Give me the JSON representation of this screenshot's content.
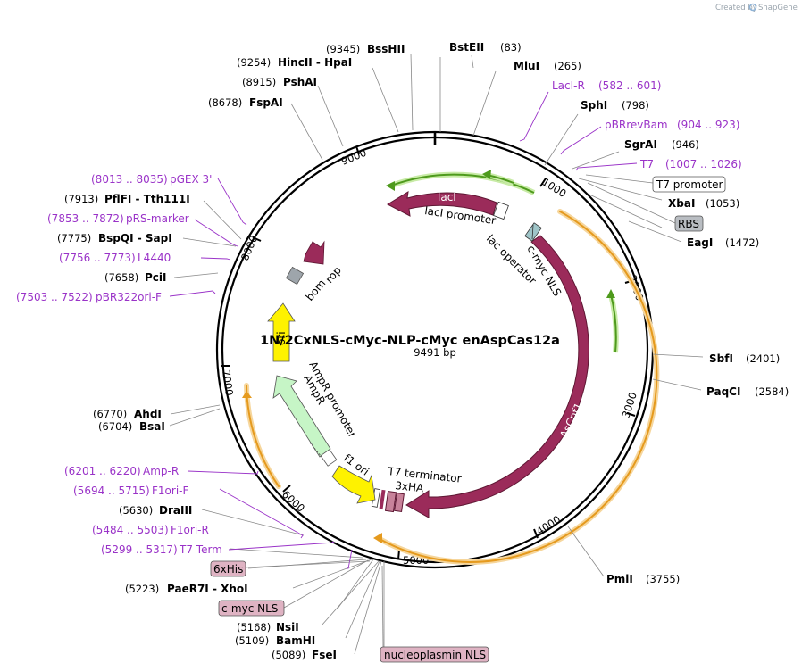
{
  "brand": {
    "created_by": "Created by",
    "product": "SnapGene"
  },
  "plasmid": {
    "name": "1N/2CxNLS-cMyc-NLP-cMyc enAspCas12a",
    "size": "9491 bp"
  },
  "ticks": [
    "1000",
    "2000",
    "3000",
    "4000",
    "5000",
    "6000",
    "7000",
    "8000",
    "9000"
  ],
  "sites": [
    {
      "name": "BstEII",
      "pos": "(83)"
    },
    {
      "name": "MluI",
      "pos": "(265)"
    },
    {
      "name": "SphI",
      "pos": "(798)"
    },
    {
      "name": "SgrAI",
      "pos": "(946)"
    },
    {
      "name": "XbaI",
      "pos": "(1053)"
    },
    {
      "name": "EagI",
      "pos": "(1472)"
    },
    {
      "name": "SbfI",
      "pos": "(2401)"
    },
    {
      "name": "PaqCI",
      "pos": "(2584)"
    },
    {
      "name": "PmlI",
      "pos": "(3755)"
    },
    {
      "name": "FseI",
      "pos": "(5089)"
    },
    {
      "name": "BamHI",
      "pos": "(5109)"
    },
    {
      "name": "NsiI",
      "pos": "(5168)"
    },
    {
      "name": "PaeR7I  - XhoI",
      "pos": "(5223)"
    },
    {
      "name": "DraIII",
      "pos": "(5630)"
    },
    {
      "name": "BsaI",
      "pos": "(6704)"
    },
    {
      "name": "AhdI",
      "pos": "(6770)"
    },
    {
      "name": "PciI",
      "pos": "(7658)"
    },
    {
      "name": "BspQI  - SapI",
      "pos": "(7775)"
    },
    {
      "name": "PflFI  - Tth111I",
      "pos": "(7913)"
    },
    {
      "name": "FspAI",
      "pos": "(8678)"
    },
    {
      "name": "PshAI",
      "pos": "(8915)"
    },
    {
      "name": "HincII  - HpaI",
      "pos": "(9254)"
    },
    {
      "name": "BssHII",
      "pos": "(9345)"
    }
  ],
  "primers": [
    {
      "name": "LacI-R",
      "range": "(582 .. 601)"
    },
    {
      "name": "pBRrevBam",
      "range": "(904 .. 923)"
    },
    {
      "name": "T7",
      "range": "(1007 .. 1026)"
    },
    {
      "name": "T7 Term",
      "range": "(5299 .. 5317)"
    },
    {
      "name": "F1ori-R",
      "range": "(5484 .. 5503)"
    },
    {
      "name": "F1ori-F",
      "range": "(5694 .. 5715)"
    },
    {
      "name": "Amp-R",
      "range": "(6201 .. 6220)"
    },
    {
      "name": "pBR322ori-F",
      "range": "(7503 .. 7522)"
    },
    {
      "name": "L4440",
      "range": "(7756 .. 7773)"
    },
    {
      "name": "pRS-marker",
      "range": "(7853 .. 7872)"
    },
    {
      "name": "pGEX 3'",
      "range": "(8013 .. 8035)"
    }
  ],
  "boxed_features": [
    "T7 promoter",
    "RBS",
    "6xHis",
    "c-myc NLS",
    "nucleoplasmin NLS"
  ],
  "features": {
    "lacI": "lacI",
    "lacI_promoter": "lacI promoter",
    "lac_operator": "lac operator",
    "cmyc_nls": "c-myc NLS",
    "ascpf1": "AsCpf1",
    "t7_terminator": "T7 terminator",
    "ha": "3xHA",
    "f1_ori": "f1 ori",
    "ampr_promoter": "AmpR promoter",
    "ampr": "AmpR",
    "ori": "ori",
    "bom": "bom",
    "rop": "rop"
  }
}
